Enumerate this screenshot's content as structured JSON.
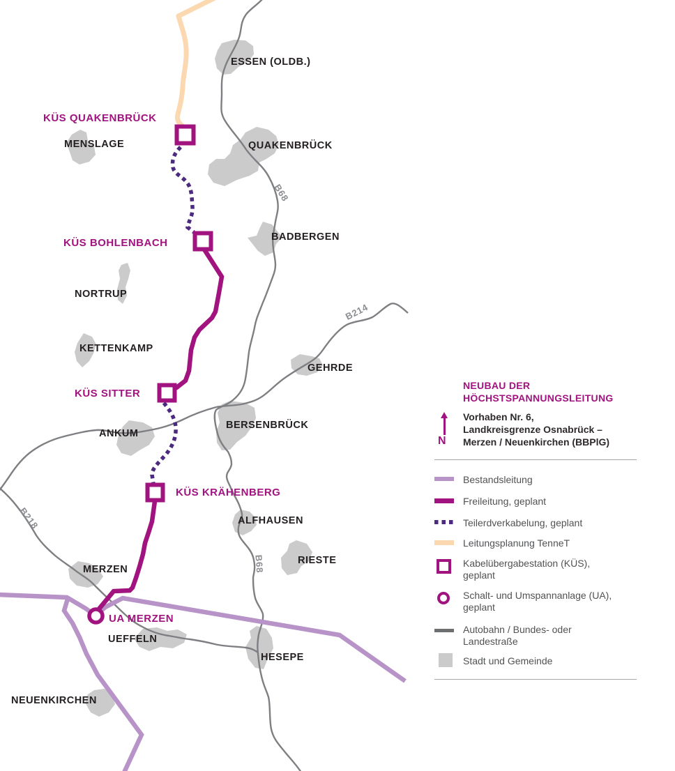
{
  "palette": {
    "accent_magenta": "#a1137e",
    "cable_violet": "#4c2a80",
    "existing_line_lavender": "#b793c8",
    "tennet_peach": "#fbd8b0",
    "road_gray": "#7e7f82",
    "legend_road_gray": "#6e6f71",
    "municipality_gray": "#cbcbcc",
    "town_text": "#242022",
    "legend_text": "#515254"
  },
  "map": {
    "towns": {
      "essen": "ESSEN (OLDB.)",
      "quakenbrueck": "QUAKENBRÜCK",
      "menslage": "MENSLAGE",
      "badbergen": "BADBERGEN",
      "nortrup": "NORTRUP",
      "kettenkamp": "KETTENKAMP",
      "gehrde": "GEHRDE",
      "bersenbrueck": "BERSENBRÜCK",
      "ankum": "ANKUM",
      "alfhausen": "ALFHAUSEN",
      "rieste": "RIESTE",
      "merzen": "MERZEN",
      "ueffeln": "UEFFELN",
      "hesepe": "HESEPE",
      "neuenkirchen": "NEUENKIRCHEN"
    },
    "stations": {
      "kues_quakenbrueck": "KÜS QUAKENBRÜCK",
      "kues_bohlenbach": "KÜS BOHLENBACH",
      "kues_sitter": "KÜS SITTER",
      "kues_kraehenberg": "KÜS KRÄHENBERG",
      "ua_merzen": "UA MERZEN"
    },
    "roads": {
      "b68_north": "B68",
      "b214": "B214",
      "b218": "B218",
      "b68_south": "B68"
    }
  },
  "legend": {
    "title": "NEUBAU DER\nHÖCHSTSPANNUNGSLEITUNG",
    "north_label": "N",
    "project": "Vorhaben Nr. 6,\nLandkreisgrenze Osnabrück –\nMerzen / Neuenkirchen (BBPlG)",
    "items": {
      "bestandsleitung": "Bestandsleitung",
      "freileitung": "Freileitung, geplant",
      "teilerdverkabelung": "Teilerdverkabelung, geplant",
      "tennet": "Leitungsplanung TenneT",
      "kues": "Kabelübergabestation (KÜS),\ngeplant",
      "ua": "Schalt- und Umspannanlage (UA),\ngeplant",
      "autobahn": "Autobahn / Bundes- oder\nLandestraße",
      "stadt": "Stadt und Gemeinde"
    }
  }
}
